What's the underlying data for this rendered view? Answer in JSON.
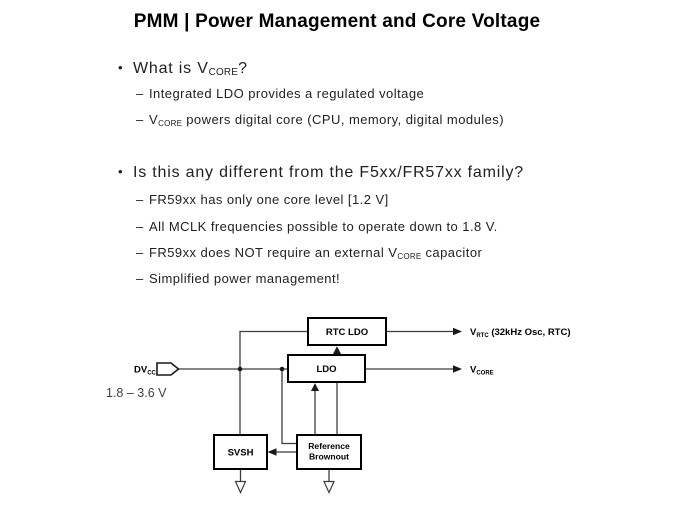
{
  "title": "PMM | Power Management and Core Voltage",
  "markers": {
    "level1": "•",
    "level2": "–"
  },
  "sections": [
    {
      "heading": {
        "pre": "What is V",
        "sub": "CORE",
        "post": "?"
      },
      "items": [
        {
          "pre": "Integrated LDO provides a regulated voltage",
          "sub": "",
          "post": ""
        },
        {
          "pre": "V",
          "sub": "CORE",
          "post": " powers digital core (CPU, memory, digital modules)"
        }
      ]
    },
    {
      "heading": {
        "pre": "Is this any different from the F5xx/FR57xx family?",
        "sub": "",
        "post": ""
      },
      "items": [
        {
          "pre": "FR59xx has only one core level [1.2 V]",
          "sub": "",
          "post": ""
        },
        {
          "pre": "All MCLK frequencies possible to operate down to 1.8 V.",
          "sub": "",
          "post": ""
        },
        {
          "pre": "FR59xx does NOT require an external V",
          "sub": "CORE",
          "post": " capacitor"
        },
        {
          "pre": "Simplified power management!",
          "sub": "",
          "post": ""
        }
      ]
    }
  ],
  "diagram": {
    "blocks": {
      "rtc_ldo": "RTC LDO",
      "ldo": "LDO",
      "svsh": "SVSH",
      "ref_line1": "Reference",
      "ref_line2": "Brownout"
    },
    "labels": {
      "dvcc_pre": "DV",
      "dvcc_sub": "CC",
      "supply_range": "1.8 – 3.6 V",
      "vrtc_pre": "V",
      "vrtc_sub": "RTC",
      "vrtc_post": " (32kHz Osc, RTC)",
      "vcore_pre": "V",
      "vcore_sub": "CORE"
    },
    "colors": {
      "wire": "#3d3d3d",
      "box_border": "#000000",
      "text": "#000000"
    }
  }
}
